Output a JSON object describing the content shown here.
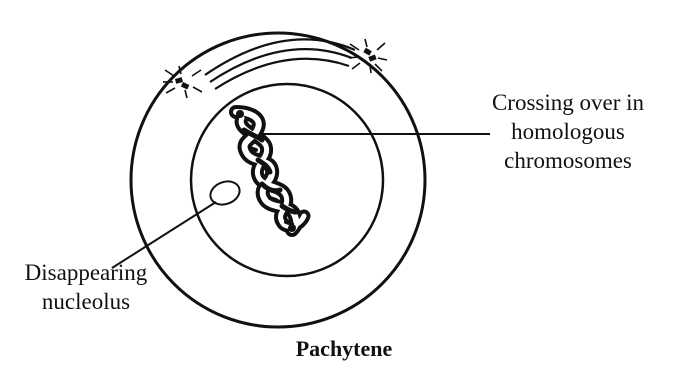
{
  "labels": {
    "crossing_over": [
      "Crossing over in",
      "homologous",
      "chromosomes"
    ],
    "nucleolus": [
      "Disappearing",
      "nucleolus"
    ],
    "caption": "Pachytene"
  },
  "colors": {
    "ink": "#111111",
    "background": "#ffffff",
    "chromatid_light": "#ffffff",
    "chromatid_dark": "#1a1a1a"
  },
  "icons": [
    "centrosome-icon",
    "aster-icon"
  ]
}
